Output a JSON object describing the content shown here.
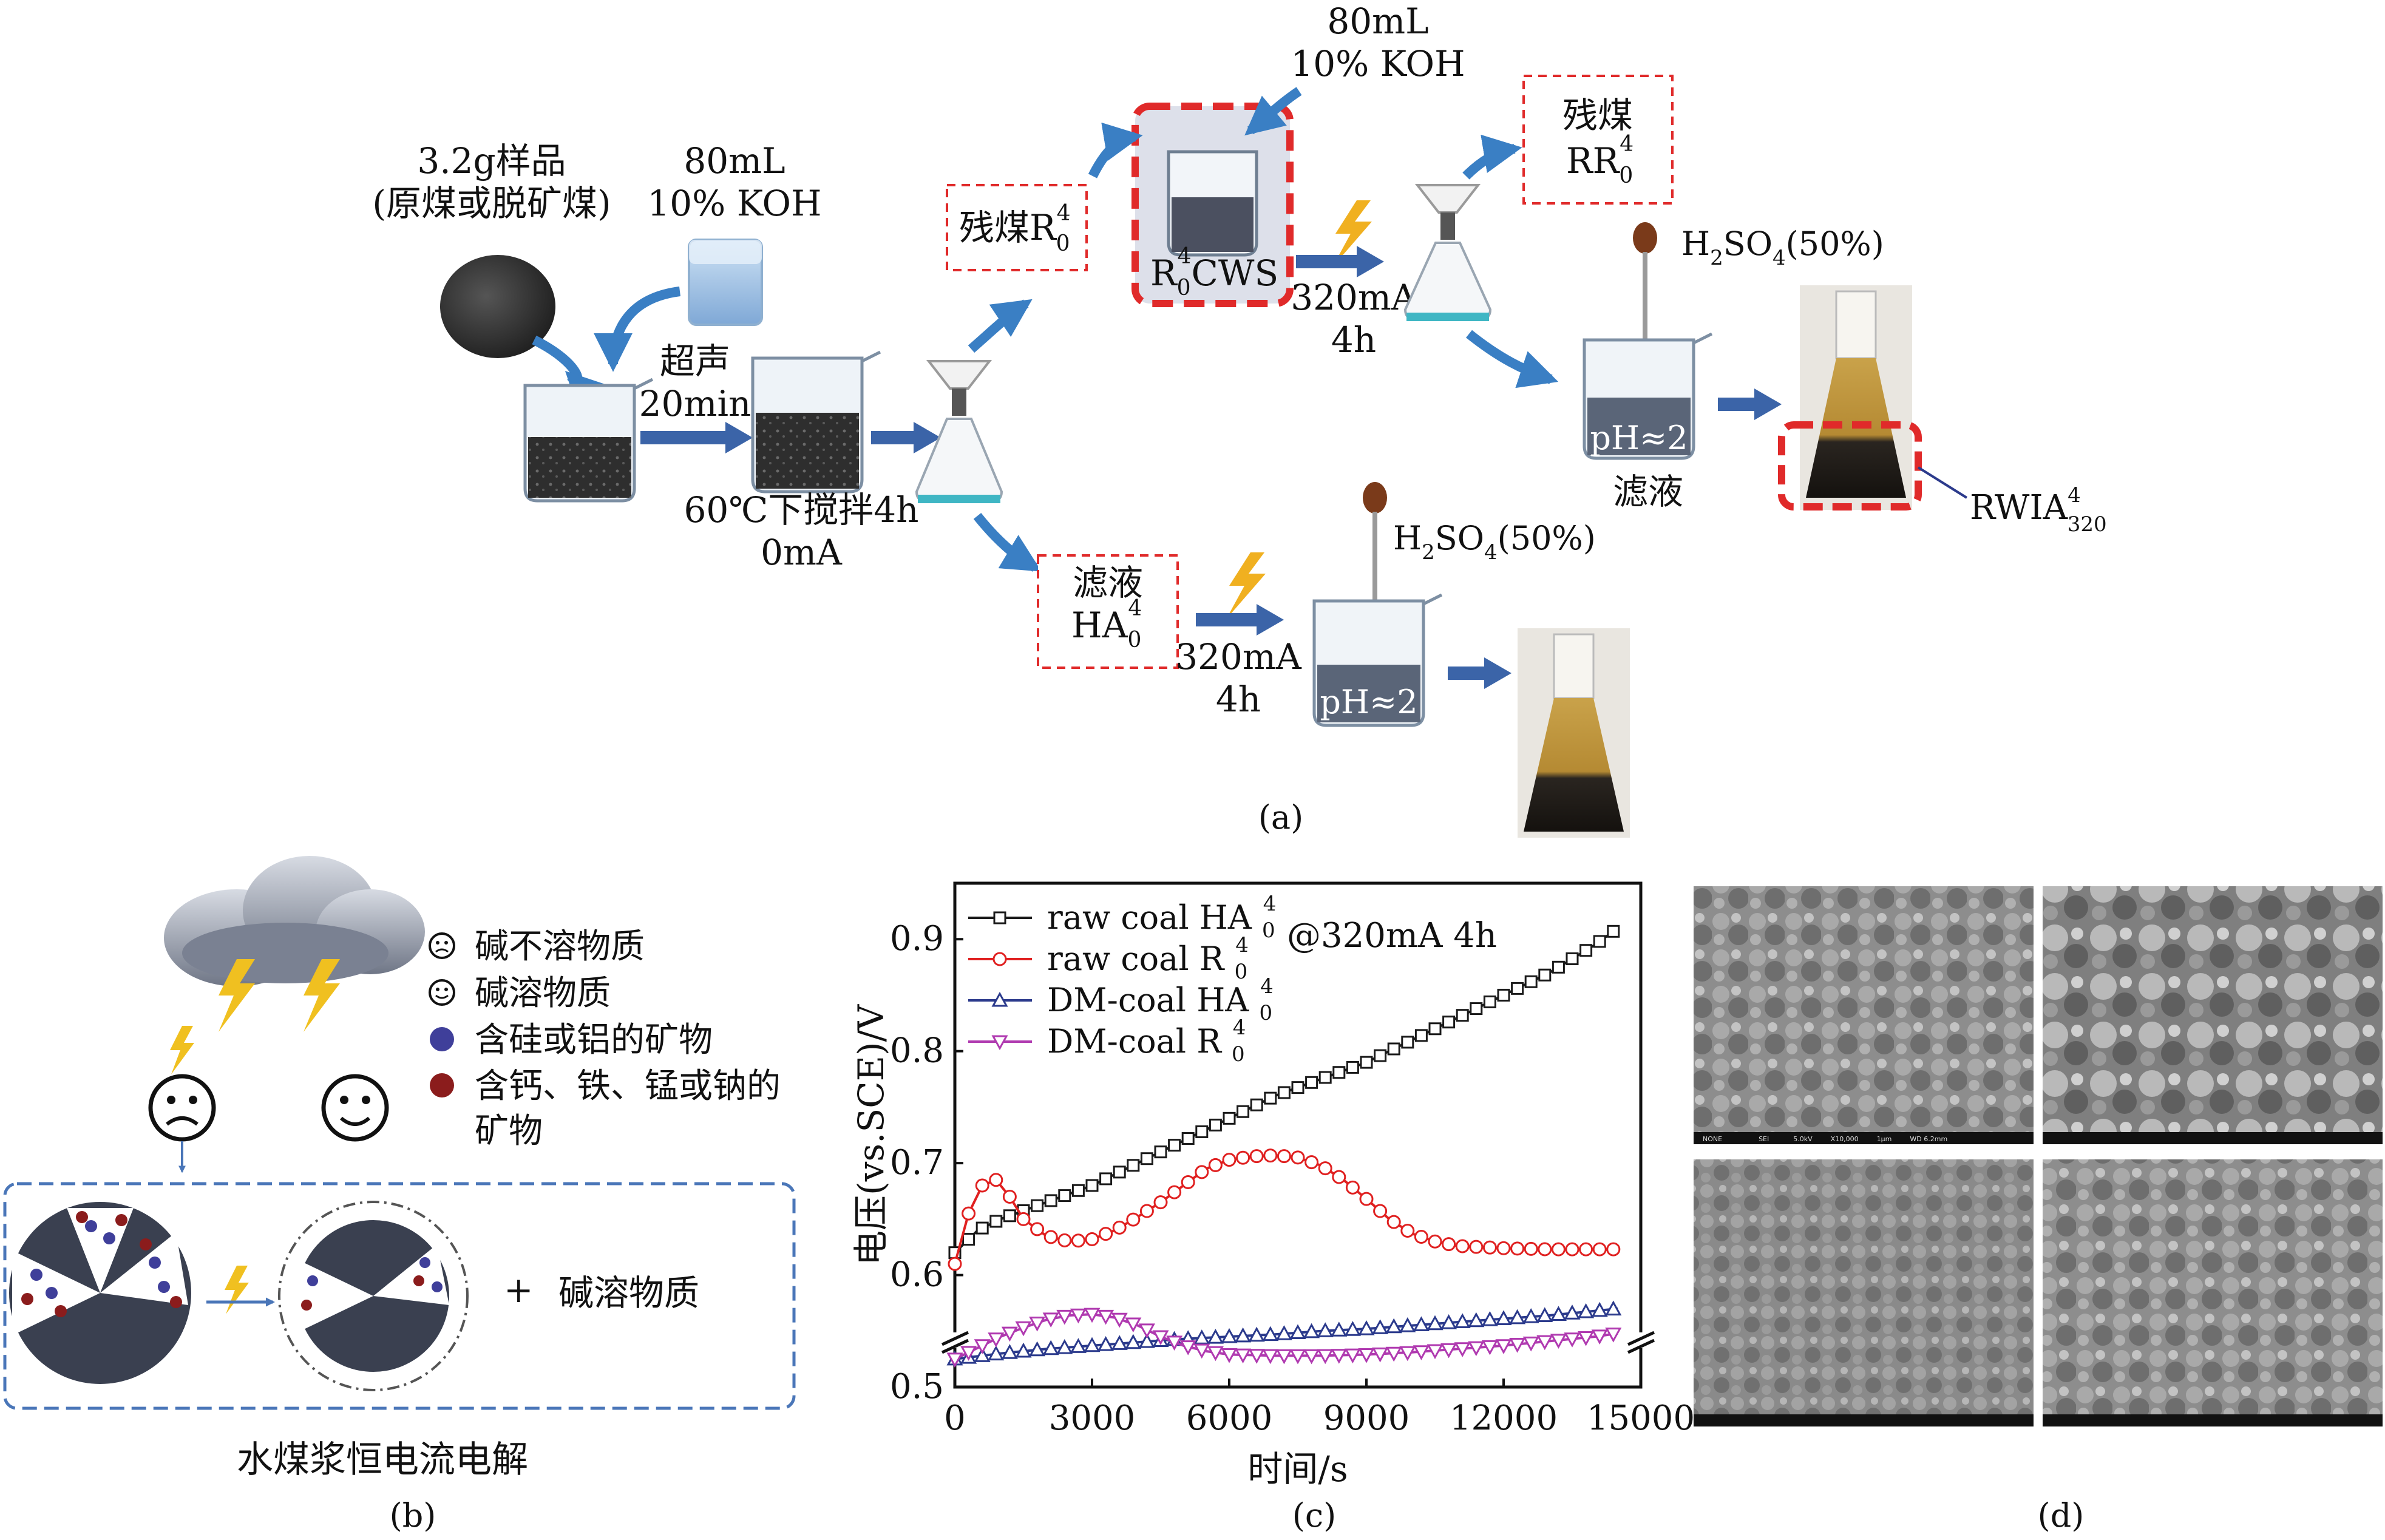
{
  "panel_a": {
    "caption": "(a)",
    "sample_label": [
      "3.2g样品",
      "(原煤或脱矿煤)"
    ],
    "koh_1": [
      "80mL",
      "10% KOH"
    ],
    "ultrasound": [
      "超声",
      "20min"
    ],
    "stir": [
      "60℃下搅拌4h",
      "0mA"
    ],
    "residue_r0": {
      "main": "残煤R",
      "sub": "0",
      "sup": "4"
    },
    "cws_box": {
      "main": "R",
      "sub": "0",
      "sup": "4",
      "rest": "CWS"
    },
    "koh_2": [
      "80mL",
      "10% KOH"
    ],
    "current_top": [
      "320mA",
      "4h"
    ],
    "residue_rr0": {
      "line1": "残煤",
      "main": "RR",
      "sub": "0",
      "sup": "4"
    },
    "h2so4_top": {
      "a": "H",
      "b": "2",
      "c": "SO",
      "d": "4",
      "e": "(50%)"
    },
    "ph_top": "pH≈2",
    "filtrate_top": "滤液",
    "rwia": {
      "main": "RWIA",
      "sup": "4",
      "sub": "320"
    },
    "filtrate_box": {
      "line1": "滤液",
      "main": "HA",
      "sub": "0",
      "sup": "4"
    },
    "current_bottom": [
      "320mA",
      "4h"
    ],
    "h2so4_bottom": {
      "a": "H",
      "b": "2",
      "c": "SO",
      "d": "4",
      "e": "(50%)"
    },
    "ph_bottom": "pH≈2"
  },
  "panel_b": {
    "caption": "(b)",
    "legend": [
      "碱不溶物质",
      "碱溶物质",
      "含硅或铝的矿物",
      "含钙、铁、锰或钠的",
      "矿物"
    ],
    "plus": "+",
    "product": "碱溶物质",
    "title": "水煤浆恒电流电解",
    "colors": {
      "silicon_aluminum": "#3f3f9a",
      "calcium_iron": "#8b1c1c",
      "particle": "#3a4050"
    }
  },
  "panel_c": {
    "caption": "(c)",
    "annotation": "@320mA 4h"
  },
  "chart_data": {
    "type": "line",
    "xlabel": "时间/s",
    "ylabel": "电压(vs.SCE)/V",
    "xlim": [
      0,
      15000
    ],
    "ylim": [
      0.5,
      0.95
    ],
    "xticks": [
      "0",
      "3000",
      "6000",
      "9000",
      "12000",
      "15000"
    ],
    "yticks": [
      "0.5",
      "0.6",
      "0.7",
      "0.8",
      "0.9"
    ],
    "legend_position": "top-left",
    "grid": false,
    "series": [
      {
        "name": "raw coal HA",
        "sub": "0",
        "sup": "4",
        "color": "#1a1a1a",
        "marker": "square",
        "x": [
          0,
          500,
          1000,
          2000,
          3000,
          4000,
          5000,
          6000,
          7000,
          8000,
          9000,
          10000,
          11000,
          12000,
          13000,
          14000,
          14500
        ],
        "y": [
          0.62,
          0.64,
          0.65,
          0.665,
          0.68,
          0.7,
          0.72,
          0.74,
          0.76,
          0.775,
          0.79,
          0.81,
          0.83,
          0.85,
          0.87,
          0.895,
          0.91
        ]
      },
      {
        "name": "raw coal R",
        "sub": "0",
        "sup": "4",
        "color": "#e02020",
        "marker": "circle",
        "x": [
          0,
          300,
          600,
          900,
          1200,
          1500,
          2000,
          2500,
          3000,
          3500,
          4000,
          4500,
          5000,
          5500,
          6000,
          6500,
          7000,
          7500,
          8000,
          8500,
          9000,
          9500,
          10000,
          10500,
          11000,
          11500,
          12000,
          13000,
          14000,
          14500
        ],
        "y": [
          0.61,
          0.655,
          0.68,
          0.685,
          0.67,
          0.65,
          0.635,
          0.63,
          0.632,
          0.64,
          0.652,
          0.665,
          0.68,
          0.695,
          0.703,
          0.706,
          0.707,
          0.705,
          0.698,
          0.685,
          0.668,
          0.65,
          0.637,
          0.63,
          0.626,
          0.625,
          0.624,
          0.623,
          0.623,
          0.623
        ]
      },
      {
        "name": "DM-coal HA",
        "sub": "0",
        "sup": "4",
        "color": "#2b3a8c",
        "marker": "triangle-up",
        "x": [
          0,
          1000,
          2000,
          3000,
          4000,
          5000,
          6000,
          7000,
          8000,
          9000,
          10000,
          11000,
          12000,
          13000,
          14000,
          14500
        ],
        "y": [
          0.525,
          0.53,
          0.534,
          0.537,
          0.54,
          0.543,
          0.545,
          0.547,
          0.55,
          0.552,
          0.555,
          0.558,
          0.561,
          0.564,
          0.568,
          0.57
        ]
      },
      {
        "name": "DM-coal R",
        "sub": "0",
        "sup": "4",
        "color": "#b03ab0",
        "marker": "triangle-down",
        "x": [
          0,
          500,
          1000,
          1500,
          2000,
          2500,
          3000,
          3500,
          4000,
          4500,
          5000,
          5500,
          6000,
          7000,
          8000,
          9000,
          10000,
          11000,
          12000,
          13000,
          14000,
          14500
        ],
        "y": [
          0.525,
          0.535,
          0.545,
          0.553,
          0.56,
          0.564,
          0.565,
          0.562,
          0.555,
          0.545,
          0.537,
          0.532,
          0.529,
          0.528,
          0.528,
          0.529,
          0.531,
          0.534,
          0.537,
          0.541,
          0.545,
          0.548
        ]
      }
    ]
  },
  "panel_d": {
    "caption": "(d)",
    "sem_footer": [
      "NONE",
      "SEI",
      "5.0kV",
      "X10,000",
      "1μm",
      "WD 6.2mm"
    ]
  }
}
